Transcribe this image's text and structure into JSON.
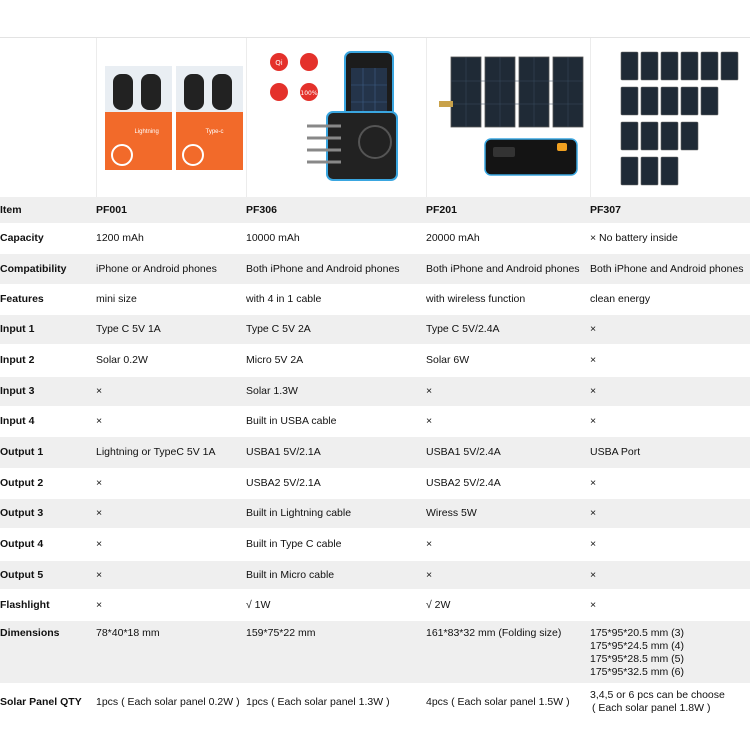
{
  "rows": [
    {
      "label": "Item",
      "values": [
        "PF001",
        "PF306",
        "PF201",
        "PF307"
      ]
    },
    {
      "label": "Capacity",
      "values": [
        "1200 mAh",
        "10000 mAh",
        "20000 mAh",
        "× No battery inside"
      ]
    },
    {
      "label": "Compatibility",
      "values": [
        "iPhone or Android phones",
        "Both iPhone and Android phones",
        "Both iPhone and Android phones",
        "Both iPhone and Android phones"
      ]
    },
    {
      "label": "Features",
      "values": [
        "mini size",
        "with 4 in 1 cable",
        "with wireless function",
        "clean energy"
      ]
    },
    {
      "label": "Input 1",
      "values": [
        "Type C 5V 1A",
        "Type C 5V 2A",
        "Type C 5V/2.4A",
        "×"
      ]
    },
    {
      "label": "Input 2",
      "values": [
        "Solar 0.2W",
        "Micro 5V 2A",
        "Solar 6W",
        "×"
      ]
    },
    {
      "label": "Input 3",
      "values": [
        "×",
        "Solar 1.3W",
        "×",
        "×"
      ]
    },
    {
      "label": "Input 4",
      "values": [
        "×",
        "Built in USBA cable",
        "×",
        "×"
      ]
    },
    {
      "label": "Output 1",
      "values": [
        "Lightning or TypeC 5V 1A",
        "USBA1 5V/2.1A",
        "USBA1 5V/2.4A",
        "USBA Port"
      ]
    },
    {
      "label": "Output 2",
      "values": [
        "×",
        "USBA2 5V/2.1A",
        "USBA2 5V/2.4A",
        "×"
      ]
    },
    {
      "label": "Output 3",
      "values": [
        "×",
        "Built in Lightning cable",
        "Wiress 5W",
        "×"
      ]
    },
    {
      "label": "Output 4",
      "values": [
        "×",
        "Built in Type C cable",
        "×",
        "×"
      ]
    },
    {
      "label": "Output 5",
      "values": [
        "×",
        "Built in Micro cable",
        "×",
        "×"
      ]
    },
    {
      "label": "Flashlight",
      "values": [
        "×",
        "√ 1W",
        "√ 2W",
        "×"
      ]
    }
  ],
  "dimensions": {
    "label": "Dimensions",
    "c1": "78*40*18 mm",
    "c2": "159*75*22 mm",
    "c3": "161*83*32 mm (Folding size)",
    "c4_lines": [
      "175*95*20.5 mm (3)",
      "175*95*24.5 mm (4)",
      "175*95*28.5 mm (5)",
      "175*95*32.5 mm (6)"
    ]
  },
  "solar_qty": {
    "label": "Solar Panel QTY",
    "c1": "1pcs ( Each solar panel 0.2W )",
    "c2": "1pcs ( Each solar panel 1.3W )",
    "c3": "4pcs ( Each solar panel 1.5W )",
    "c4_lines": [
      "3,4,5 or 6 pcs can be choose",
      "( Each solar panel 1.8W )"
    ]
  },
  "images": {
    "pf001_panel1": "Lightning",
    "pf001_panel2": "Type-c",
    "pf306_badge_percent": "100%",
    "pf306_badge_qi": "Qi"
  },
  "colors": {
    "row_gray": "#efefef",
    "orange": "#f26a2a",
    "blue_trim": "#3aa6e0",
    "solar_cell": "#1f2a36"
  }
}
